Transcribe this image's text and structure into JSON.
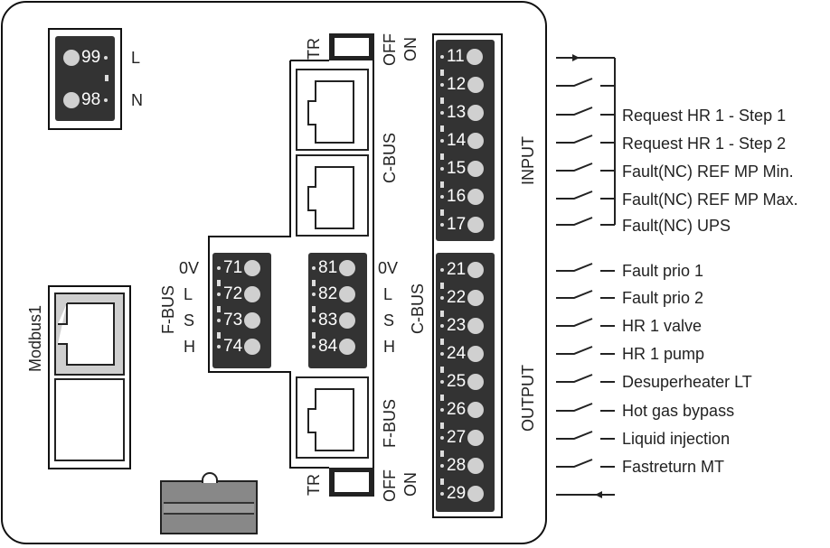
{
  "power": {
    "terminals": [
      {
        "number": "99",
        "label": "L"
      },
      {
        "number": "98",
        "label": "N"
      }
    ]
  },
  "switches": {
    "top": {
      "label": "TR",
      "state_labels": [
        "OFF",
        "ON"
      ]
    },
    "bottom": {
      "label": "TR",
      "state_labels": [
        "OFF",
        "ON"
      ]
    }
  },
  "ports": {
    "cbus_label": "C-BUS",
    "fbus_label": "F-BUS",
    "modbus_label": "Modbus1"
  },
  "fbus_terminals": {
    "group_label": "F-BUS",
    "items": [
      {
        "number": "71",
        "signal": "0V"
      },
      {
        "number": "72",
        "signal": "L"
      },
      {
        "number": "73",
        "signal": "S"
      },
      {
        "number": "74",
        "signal": "H"
      }
    ]
  },
  "cbus_terminals": {
    "group_label": "C-BUS",
    "items": [
      {
        "number": "81",
        "signal": "0V"
      },
      {
        "number": "82",
        "signal": "L"
      },
      {
        "number": "83",
        "signal": "S"
      },
      {
        "number": "84",
        "signal": "H"
      }
    ]
  },
  "inputs": {
    "group_label": "INPUT",
    "terminals": [
      "11",
      "12",
      "13",
      "14",
      "15",
      "16",
      "17"
    ],
    "descriptions": [
      "",
      "",
      "Request HR 1 - Step 1",
      "Request HR 1 - Step 2",
      "Fault(NC) REF MP Min.",
      "Fault(NC) REF MP Max.",
      "Fault(NC) UPS"
    ]
  },
  "outputs": {
    "group_label": "OUTPUT",
    "terminals": [
      "21",
      "22",
      "23",
      "24",
      "25",
      "26",
      "27",
      "28",
      "29"
    ],
    "descriptions": [
      "Fault prio 1",
      "Fault prio 2",
      "HR 1 valve",
      "HR 1 pump",
      "Desuperheater LT",
      "Hot gas bypass",
      "Liquid injection",
      "Fastreturn MT",
      ""
    ]
  }
}
